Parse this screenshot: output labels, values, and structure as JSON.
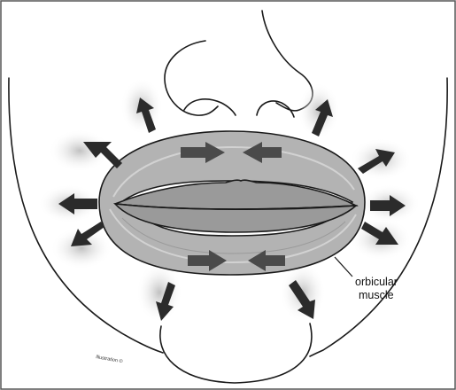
{
  "diagram": {
    "label": {
      "line1": "orbicular",
      "line2": "muscle"
    },
    "signature": "Illustration ©",
    "colors": {
      "frame": "#555555",
      "outline": "#1a1a1a",
      "muscle_band": "#b3b3b3",
      "lips": "#9a9a9a",
      "arrow": "#2b2b2b",
      "inner_arrow": "#4a4a4a",
      "glow": "#c8c8c8"
    }
  }
}
